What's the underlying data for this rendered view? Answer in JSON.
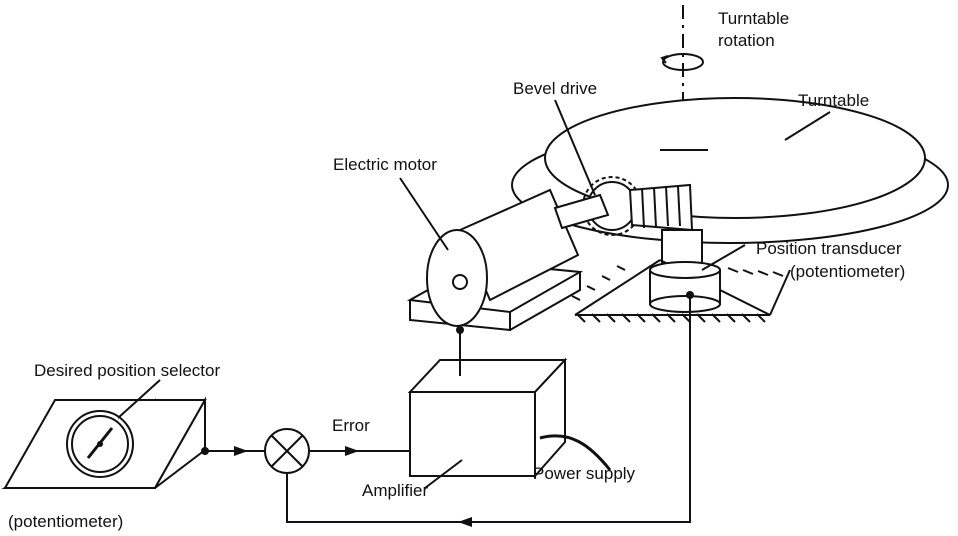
{
  "labels": {
    "turntable_rotation_line1": "Turntable",
    "turntable_rotation_line2": "rotation",
    "bevel_drive": "Bevel drive",
    "turntable": "Turntable",
    "electric_motor": "Electric motor",
    "position_transducer_line1": "Position transducer",
    "position_transducer_line2": "(potentiometer)",
    "desired_position_selector": "Desired position selector",
    "error": "Error",
    "power_supply": "Power supply",
    "amplifier": "Amplifier",
    "selector_potentiometer": "(potentiometer)"
  }
}
